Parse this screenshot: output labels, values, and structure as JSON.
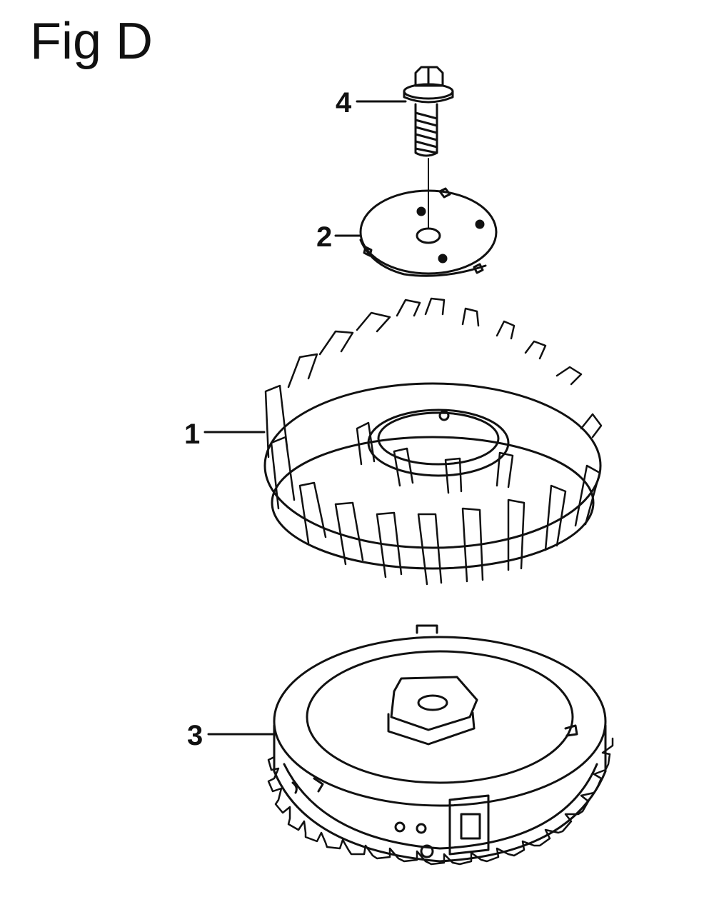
{
  "figure": {
    "title": "Fig D"
  },
  "callouts": [
    {
      "number": "4",
      "part": "flange-bolt"
    },
    {
      "number": "2",
      "part": "fan-plate"
    },
    {
      "number": "1",
      "part": "cooling-fan"
    },
    {
      "number": "3",
      "part": "flywheel"
    }
  ],
  "colors": {
    "line": "#111111",
    "background": "#ffffff"
  }
}
